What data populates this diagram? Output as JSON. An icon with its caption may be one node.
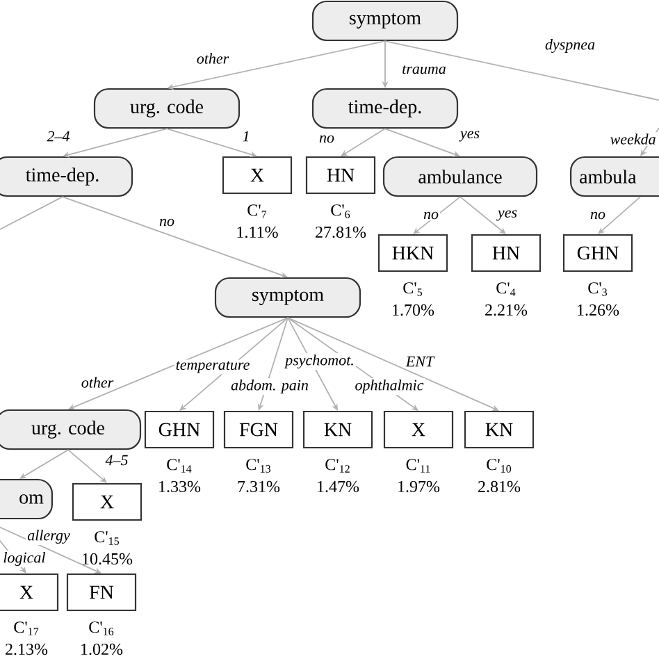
{
  "diagram": {
    "nodes": [
      {
        "text": [
          "symptom"
        ]
      },
      {
        "text": [
          "urg. code"
        ]
      },
      {
        "text": [
          "time-dep."
        ]
      },
      {
        "text": [
          "time-dep."
        ]
      },
      {
        "text": [
          "X"
        ],
        "beside": [
          "C'$_{7}$",
          "1.11%"
        ]
      },
      {
        "text": [
          "HN"
        ],
        "beside": [
          "C'$_{6}$",
          "27.81%"
        ]
      },
      {
        "text": [
          "ambulance"
        ]
      },
      {
        "text": [
          "ambula"
        ]
      },
      {
        "text": [
          "HKN"
        ],
        "beside": [
          "C'$_{5}$",
          "1.70%"
        ]
      },
      {
        "text": [
          "HN"
        ],
        "beside": [
          "C'$_{4}$",
          "2.21%"
        ]
      },
      {
        "text": [
          "GHN"
        ],
        "beside": [
          "C'$_{3}$",
          "1.26%"
        ]
      },
      {
        "text": [
          "symptom"
        ]
      },
      {
        "text": [
          "urg. code"
        ]
      },
      {
        "text": [
          "GHN"
        ],
        "beside": [
          "C'$_{14}$",
          "1.33%"
        ]
      },
      {
        "text": [
          "FGN"
        ],
        "beside": [
          "C'$_{13}$",
          "7.31%"
        ]
      },
      {
        "text": [
          "KN"
        ],
        "beside": [
          "C'$_{12}$",
          "1.47%"
        ]
      },
      {
        "text": [
          "X"
        ],
        "beside": [
          "C'$_{11}$",
          "1.97%"
        ]
      },
      {
        "text": [
          "KN"
        ],
        "beside": [
          "C'$_{10}$",
          "2.81%"
        ]
      },
      {
        "text": [
          "om"
        ]
      },
      {
        "text": [
          "X"
        ],
        "beside": [
          "C'$_{15}$",
          "10.45%"
        ]
      },
      {
        "text": [
          "X"
        ],
        "beside": [
          "C'$_{17}$",
          "2.13%"
        ]
      },
      {
        "text": [
          "FN"
        ],
        "beside": [
          "C'$_{16}$",
          "1.02%"
        ]
      }
    ],
    "edges": [
      {
        "from": 0,
        "to": 1,
        "arrow": "to",
        "label": "other"
      },
      {
        "from": 0,
        "to": 2,
        "arrow": "to",
        "label": "trauma"
      },
      {
        "from": 0,
        "to": null,
        "arrow": "none",
        "label": "dyspnea"
      },
      {
        "from": 1,
        "to": 3,
        "arrow": "to",
        "label": "2–4"
      },
      {
        "from": 1,
        "to": 4,
        "arrow": "to",
        "label": "1"
      },
      {
        "from": 2,
        "to": 5,
        "arrow": "to",
        "label": "no"
      },
      {
        "from": 2,
        "to": 6,
        "arrow": "to",
        "label": "yes"
      },
      {
        "from": null,
        "to": 7,
        "arrow": "to",
        "label": "weekda"
      },
      {
        "from": 6,
        "to": 8,
        "arrow": "to",
        "label": "no"
      },
      {
        "from": 6,
        "to": 9,
        "arrow": "to",
        "label": "yes"
      },
      {
        "from": 7,
        "to": 10,
        "arrow": "to",
        "label": "no"
      },
      {
        "from": 3,
        "to": 11,
        "arrow": "to",
        "label": "no"
      },
      {
        "from": 3,
        "to": null,
        "arrow": "none"
      },
      {
        "from": 11,
        "to": 12,
        "arrow": "to",
        "label": "other"
      },
      {
        "from": 11,
        "to": 13,
        "arrow": "to",
        "label": "temperature"
      },
      {
        "from": 11,
        "to": 14,
        "arrow": "to",
        "label": "abdom. pain"
      },
      {
        "from": 11,
        "to": 15,
        "arrow": "to",
        "label": "psychomot."
      },
      {
        "from": 11,
        "to": 16,
        "arrow": "to",
        "label": "ophthalmic"
      },
      {
        "from": 11,
        "to": 17,
        "arrow": "to",
        "label": "ENT"
      },
      {
        "from": 12,
        "to": 18,
        "arrow": "to"
      },
      {
        "from": 12,
        "to": 19,
        "arrow": "to",
        "label": "4–5"
      },
      {
        "from": 18,
        "to": 20,
        "arrow": "to",
        "label": "logical"
      },
      {
        "from": 18,
        "to": 21,
        "arrow": "to",
        "label": "allergy"
      }
    ]
  }
}
